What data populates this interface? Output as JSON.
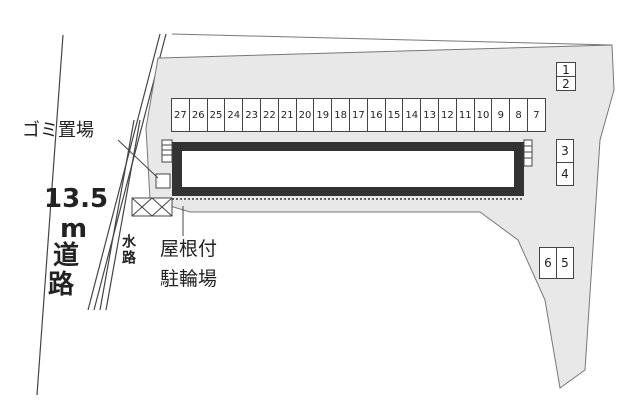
{
  "labels": {
    "road": [
      "13.5",
      "m",
      "道",
      "路"
    ],
    "garbage": "ゴミ置場",
    "waterway": "水路",
    "bike_parking": [
      "屋根付",
      "駐輪場"
    ]
  },
  "parking": {
    "row_spaces": [
      "27",
      "26",
      "25",
      "24",
      "23",
      "22",
      "21",
      "20",
      "19",
      "18",
      "17",
      "16",
      "15",
      "14",
      "13",
      "12",
      "11",
      "10",
      "9",
      "8",
      "7"
    ],
    "right_spaces": [
      "1",
      "2",
      "3",
      "4",
      "6",
      "5"
    ]
  },
  "colors": {
    "lot": "#e8e8e8",
    "building": "#333333",
    "lines": "#444444"
  }
}
